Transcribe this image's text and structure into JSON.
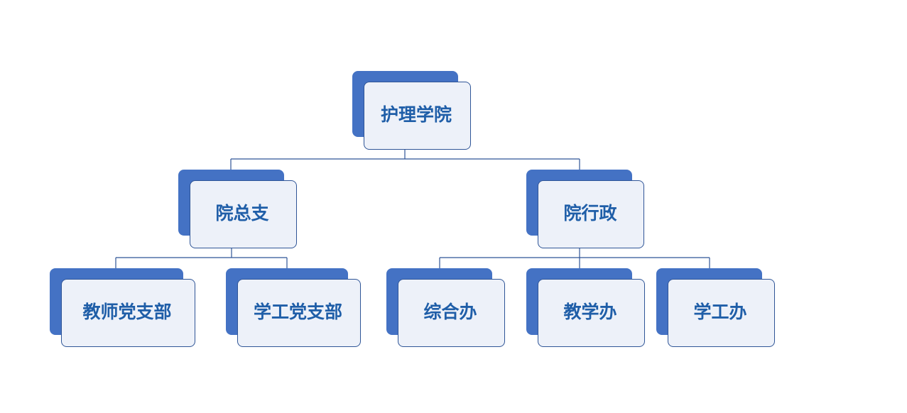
{
  "diagram": {
    "root": {
      "label": "护理学院"
    },
    "branches": [
      {
        "label": "院总支",
        "children": [
          {
            "label": "教师党支部"
          },
          {
            "label": "学工党支部"
          }
        ]
      },
      {
        "label": "院行政",
        "children": [
          {
            "label": "综合办"
          },
          {
            "label": "教学办"
          },
          {
            "label": "学工办"
          }
        ]
      }
    ]
  },
  "colors": {
    "accent": "#4472c4",
    "box_fill": "#edf1f9",
    "box_border": "#2f5597",
    "text": "#1f5ea8",
    "connector": "#2f5597"
  }
}
